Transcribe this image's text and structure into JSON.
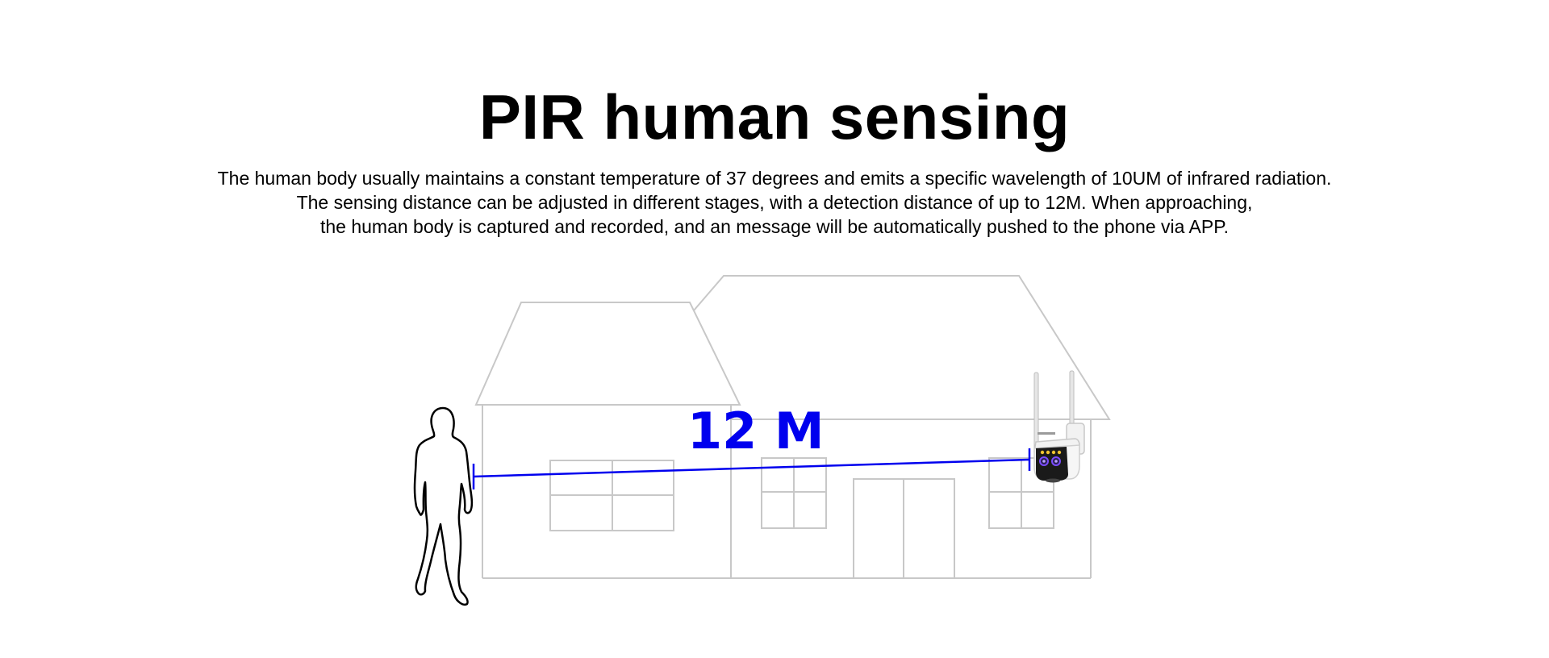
{
  "header": {
    "title": "PIR human sensing"
  },
  "description": {
    "lines": [
      "The human body usually maintains a constant temperature of 37 degrees and emits a specific wavelength of 10UM of infrared radiation.",
      "The sensing distance can be adjusted in different stages, with a detection distance of up to 12M. When approaching,",
      "the human body is captured and recorded, and an message will be automatically pushed to the phone via APP."
    ]
  },
  "diagram": {
    "distance_label": "12 M",
    "colors": {
      "distance_line": "#0000ee",
      "house_outline": "#c8c8c8",
      "person_outline": "#000000",
      "camera_body": "#f2f2f2",
      "camera_face": "#1a1a1a",
      "camera_lens": "#7b4cff",
      "camera_led": "#f4c430"
    },
    "icons": {
      "person": "human-silhouette-icon",
      "camera": "security-camera-icon",
      "house": "house-outline-icon"
    }
  }
}
